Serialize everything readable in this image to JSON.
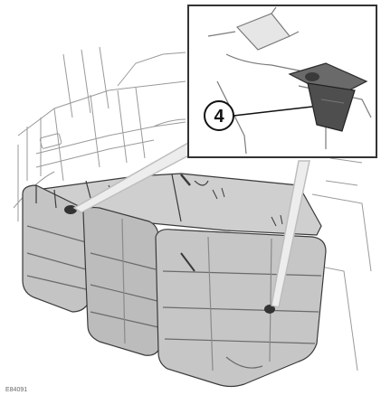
{
  "illustration": {
    "subject": "rear-seat-folded",
    "callout_number": "4",
    "figure_code": "E84091",
    "colors": {
      "background": "#ffffff",
      "seat_fill": "#c9c9c9",
      "seat_shade": "#a8a8a8",
      "seat_highlight": "#dcdcdc",
      "line": "#3a3a3a",
      "strap": "#5a5a5a",
      "detail_bg": "#f2f2f2"
    }
  }
}
